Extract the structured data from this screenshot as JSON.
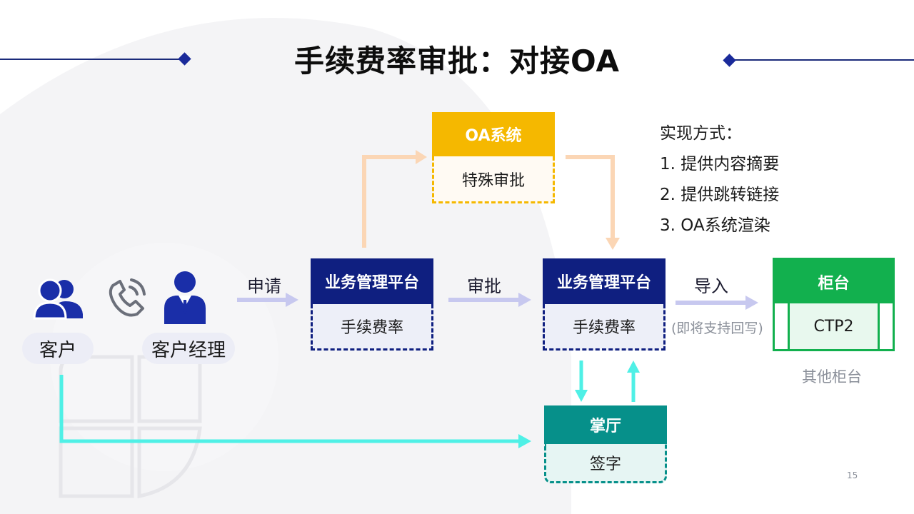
{
  "title": "手续费率审批：对接OA",
  "colors": {
    "navy": "#0f1f80",
    "gold": "#f5b800",
    "green": "#12b04e",
    "teal": "#06908a",
    "peach_arrow": "#fbd6b5",
    "lavender_arrow": "#c7c8ef",
    "cyan_arrow": "#4ff0e6"
  },
  "actors": {
    "customer": {
      "label": "客户",
      "icon": "users-icon"
    },
    "phone": {
      "icon": "phone-icon"
    },
    "manager": {
      "label": "客户经理",
      "icon": "business-person-icon"
    }
  },
  "edges": {
    "apply": "申请",
    "approve": "审批",
    "import": "导入",
    "import_note": "(即将支持回写)"
  },
  "nodes": {
    "oa": {
      "header": "OA系统",
      "body": "特殊审批"
    },
    "platform_left": {
      "header": "业务管理平台",
      "body": "手续费率"
    },
    "platform_right": {
      "header": "业务管理平台",
      "body": "手续费率"
    },
    "counter": {
      "header": "柜台",
      "body": "CTP2",
      "caption": "其他柜台"
    },
    "hall": {
      "header": "掌厅",
      "body": "签字"
    }
  },
  "notes": {
    "heading": "实现方式：",
    "items": [
      "1. 提供内容摘要",
      "2. 提供跳转链接",
      "3. OA系统渲染"
    ]
  },
  "page_number": "15"
}
